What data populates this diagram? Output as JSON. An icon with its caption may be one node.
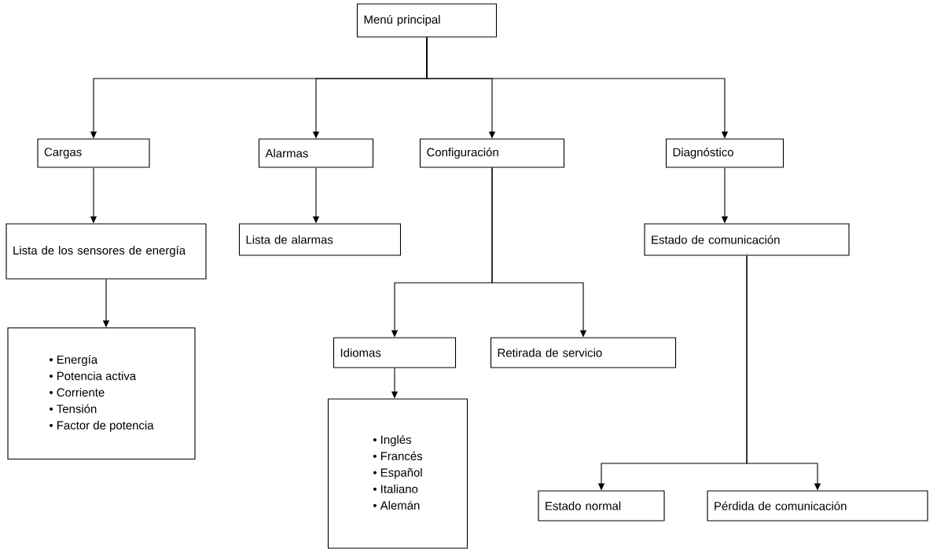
{
  "diagram": {
    "nodes": [
      {
        "text": [
          "Menú principal"
        ]
      },
      {
        "text": [
          "Cargas"
        ]
      },
      {
        "text": [
          "Alarmas"
        ]
      },
      {
        "text": [
          "Configuración"
        ]
      },
      {
        "text": [
          "Diagnóstico"
        ]
      },
      {
        "text": [
          "Lista de los sensores de energía"
        ]
      },
      {
        "text": [
          "Lista de alarmas"
        ]
      },
      {
        "text": [
          "Estado de comunicación"
        ]
      },
      {
        "text": [
          "• Energía",
          "• Potencia activa",
          "• Corriente",
          "• Tensión",
          "• Factor de potencia"
        ]
      },
      {
        "text": [
          "Idiomas"
        ]
      },
      {
        "text": [
          "Retirada de servicio"
        ]
      },
      {
        "text": [
          "• Inglés",
          "• Francés",
          "• Español",
          "• Italiano",
          "• Alemán"
        ]
      },
      {
        "text": [
          "Estado normal"
        ]
      },
      {
        "text": [
          "Pérdida de comunicación"
        ]
      }
    ],
    "edges": [
      {
        "from": 0,
        "to": 1,
        "arrow": "to"
      },
      {
        "from": 0,
        "to": 2,
        "arrow": "to"
      },
      {
        "from": 0,
        "to": 3,
        "arrow": "to"
      },
      {
        "from": 0,
        "to": 4,
        "arrow": "to"
      },
      {
        "from": 1,
        "to": 5,
        "arrow": "to"
      },
      {
        "from": 2,
        "to": 6,
        "arrow": "to"
      },
      {
        "from": 4,
        "to": 7,
        "arrow": "to"
      },
      {
        "from": 5,
        "to": 8,
        "arrow": "to"
      },
      {
        "from": 3,
        "to": 9,
        "arrow": "to"
      },
      {
        "from": 3,
        "to": 10,
        "arrow": "to"
      },
      {
        "from": 9,
        "to": 11,
        "arrow": "to"
      },
      {
        "from": 7,
        "to": 12,
        "arrow": "to"
      },
      {
        "from": 7,
        "to": 13,
        "arrow": "to"
      }
    ]
  }
}
